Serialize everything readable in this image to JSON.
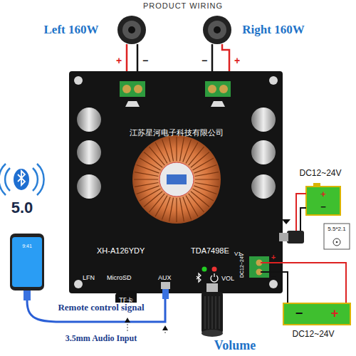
{
  "diagram": {
    "title": "PRODUCT WIRING",
    "nodes": [
      {
        "text": [
          "江苏星河电子科技有限公司",
          "XH-A126YDY",
          "TDA7498E",
          "V1",
          "LFN",
          "MicroSD",
          "AUX",
          "VOL",
          "DC12~24V"
        ]
      },
      {
        "text": [
          "TF卡"
        ]
      }
    ],
    "labels": [
      "Left 160W",
      "Right 160W",
      "+",
      "−",
      "−",
      "+",
      "5.0",
      "DC12~24V",
      "+",
      "−",
      "5.5*2.1",
      "+",
      "−",
      "DC12~24V",
      "−",
      "+",
      "Remote control signal",
      "3.5mm Audio Input",
      "Volume",
      "9:41"
    ]
  }
}
